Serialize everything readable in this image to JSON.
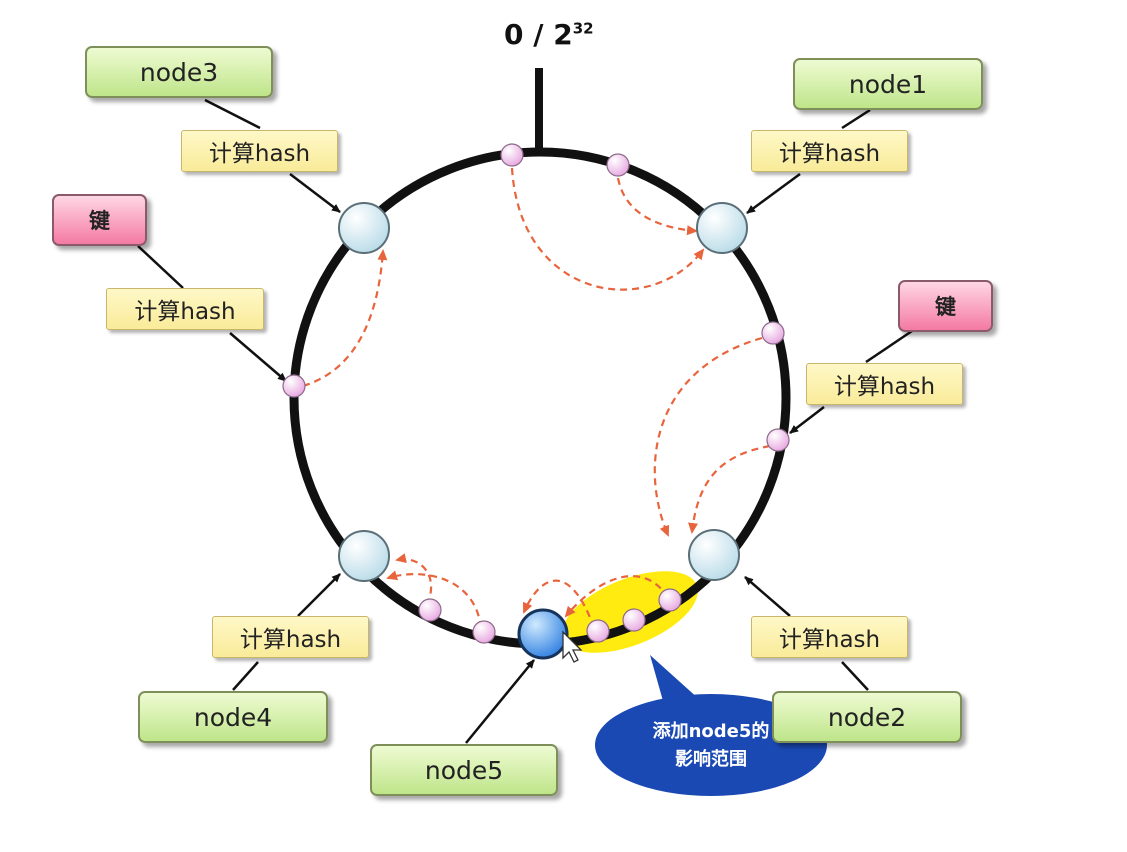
{
  "diagram": {
    "top_label": "0 / 2",
    "top_label_exponent": "32",
    "hash_label": "计算hash",
    "key_label": "键",
    "nodes": [
      "node1",
      "node2",
      "node3",
      "node4",
      "node5"
    ],
    "callout_line1": "添加node5的",
    "callout_line2": "影响范围"
  },
  "colors": {
    "ring": "#111111",
    "arrow": "#e8643c",
    "highlight": "#ffeb10",
    "callout": "#1b49b4",
    "node_fill": "#d3eefa",
    "key_point": "#f3c9ef"
  }
}
